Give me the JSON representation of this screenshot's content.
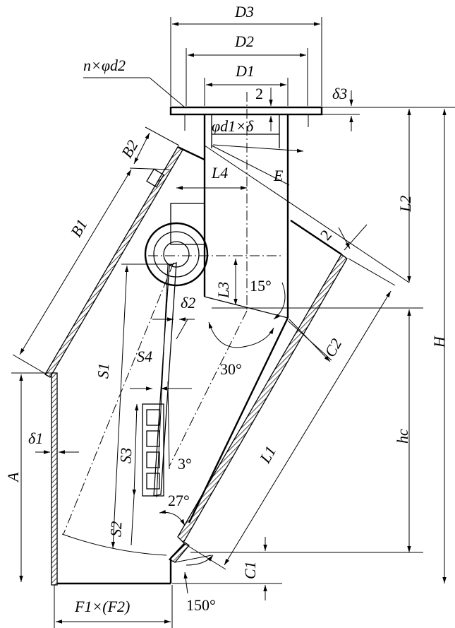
{
  "labels": {
    "D3": "D3",
    "D2": "D2",
    "D1": "D1",
    "holes": "n×φd2",
    "delta3": "δ3",
    "two_top": "2",
    "pipe": "φd1×δ",
    "B2": "B2",
    "B1": "B1",
    "L4": "L4",
    "E": "E",
    "L2": "L2",
    "two_right": "2",
    "L3": "L3",
    "angle15": "15°",
    "delta2": "δ2",
    "C2": "C2",
    "H": "H",
    "S1": "S1",
    "S4": "S4",
    "angle30": "30°",
    "hc": "hc",
    "L1": "L1",
    "delta1": "δ1",
    "A": "A",
    "S3": "S3",
    "angle3": "3°",
    "angle27": "27°",
    "S2": "S2",
    "C1": "C1",
    "F": "F1×(F2)",
    "angle150": "150°"
  }
}
